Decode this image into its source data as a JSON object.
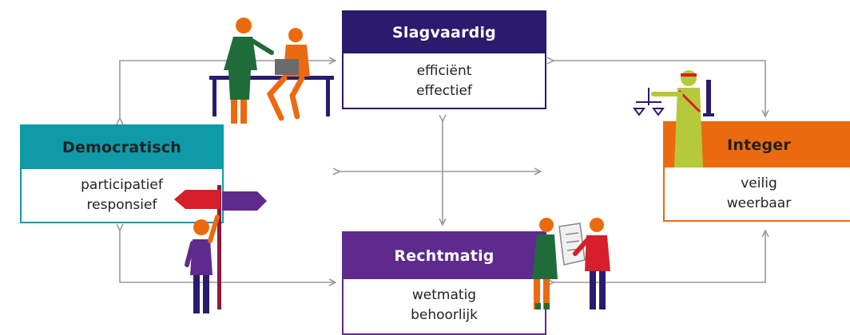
{
  "boxes": {
    "slagvaardig": {
      "title": "Slagvaardig",
      "line1": "efficiënt",
      "line2": "effectief",
      "color": "#2a1b6e"
    },
    "democratisch": {
      "title": "Democratisch",
      "line1": "participatief",
      "line2": "responsief",
      "color": "#0e9aa7"
    },
    "integer": {
      "title": "Integer",
      "line1": "veilig",
      "line2": "weerbaar",
      "color": "#ec6a0f"
    },
    "rechtmatig": {
      "title": "Rechtmatig",
      "line1": "wetmatig",
      "line2": "behoorlijk",
      "color": "#5e2b8c"
    }
  },
  "colors": {
    "arrow": "#9a9a9a",
    "orange": "#ec6a0f",
    "green": "#1f6b3a",
    "purple": "#5e2b8c",
    "red": "#d61f2b",
    "lime": "#b5c93a",
    "navy": "#2a1b6e"
  },
  "illustrations": [
    "office-workers-illustration",
    "justice-statue-illustration",
    "signpost-person-illustration",
    "document-handover-illustration"
  ]
}
